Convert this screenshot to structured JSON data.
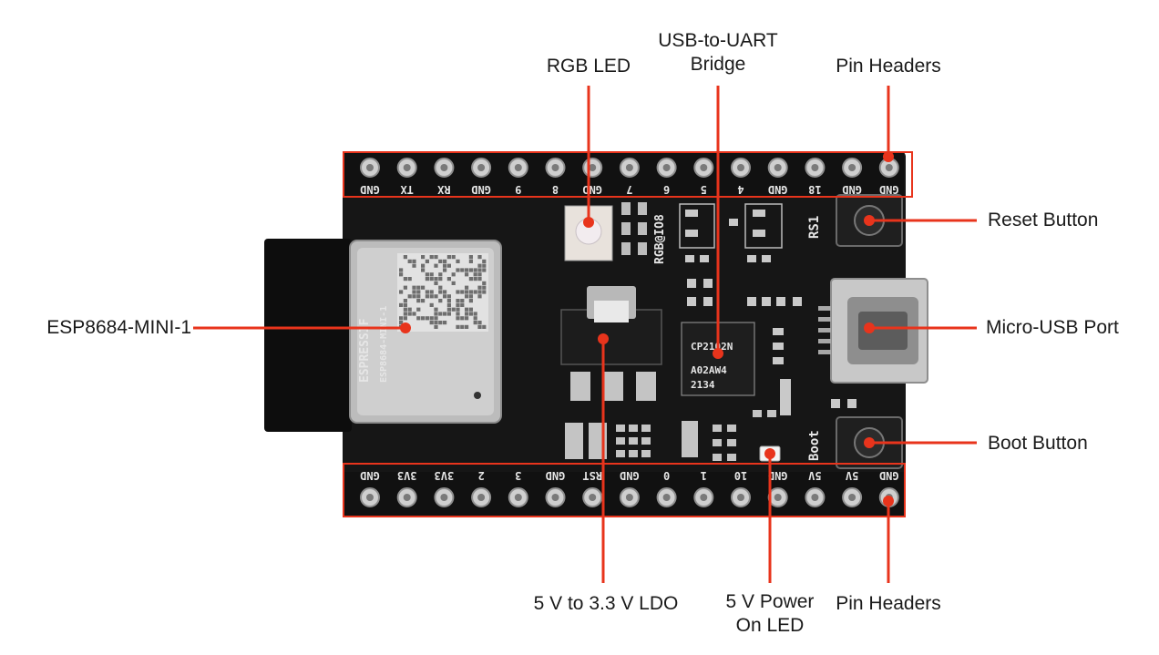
{
  "labels": {
    "rgb_led": "RGB LED",
    "usb_uart_line1": "USB-to-UART",
    "usb_uart_line2": "Bridge",
    "pin_headers_top": "Pin Headers",
    "reset_button": "Reset Button",
    "micro_usb": "Micro-USB Port",
    "boot_button": "Boot Button",
    "module": "ESP8684-MINI-1",
    "ldo": "5 V to 3.3 V LDO",
    "power_led_line1": "5 V Power",
    "power_led_line2": "On LED",
    "pin_headers_bottom": "Pin Headers"
  },
  "board": {
    "top_pins": [
      "GND",
      "TX",
      "RX",
      "GND",
      "9",
      "8",
      "GND",
      "7",
      "6",
      "5",
      "4",
      "GND",
      "18",
      "GND",
      "GND"
    ],
    "bottom_pins": [
      "GND",
      "3V3",
      "3V3",
      "2",
      "3",
      "GND",
      "RST",
      "GND",
      "0",
      "1",
      "10",
      "GND",
      "5V",
      "5V",
      "GND"
    ],
    "silk_rgb": "RGB@IO8",
    "silk_rs": "RS1",
    "silk_boot": "Boot",
    "module_brand": "ESPRESSIF",
    "module_name": "ESP8684-MINI-1",
    "chip_text": "CP2102N",
    "chip_code": "A02AW4",
    "chip_date": "2134"
  },
  "colors": {
    "callout": "#e8341c",
    "pcb": "#161616",
    "text": "#1a1a1a"
  }
}
